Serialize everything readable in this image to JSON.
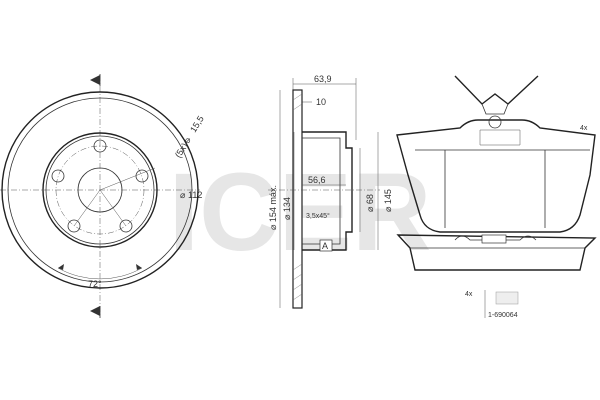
{
  "watermark": {
    "text": "ICER"
  },
  "disc_front": {
    "bolt_pattern": "(5x)",
    "bolt_hole_dia": "15,5",
    "pcd": "112",
    "angle": "72°"
  },
  "disc_section": {
    "total_height": "63,9",
    "disc_thickness": "10",
    "hat_depth": "56,6",
    "chamfer": "3,5x45°",
    "outer_dia_max": "154 máx.",
    "inner_dia": "134",
    "hub_dia": "68",
    "hat_dia": "145",
    "section_label": "A"
  },
  "pad": {
    "quantity_top": "4x",
    "quantity_bottom": "4x",
    "accessory_ref": "1-690064"
  },
  "colors": {
    "line": "#333333",
    "watermark": "#e6e6e6",
    "background": "#ffffff"
  }
}
